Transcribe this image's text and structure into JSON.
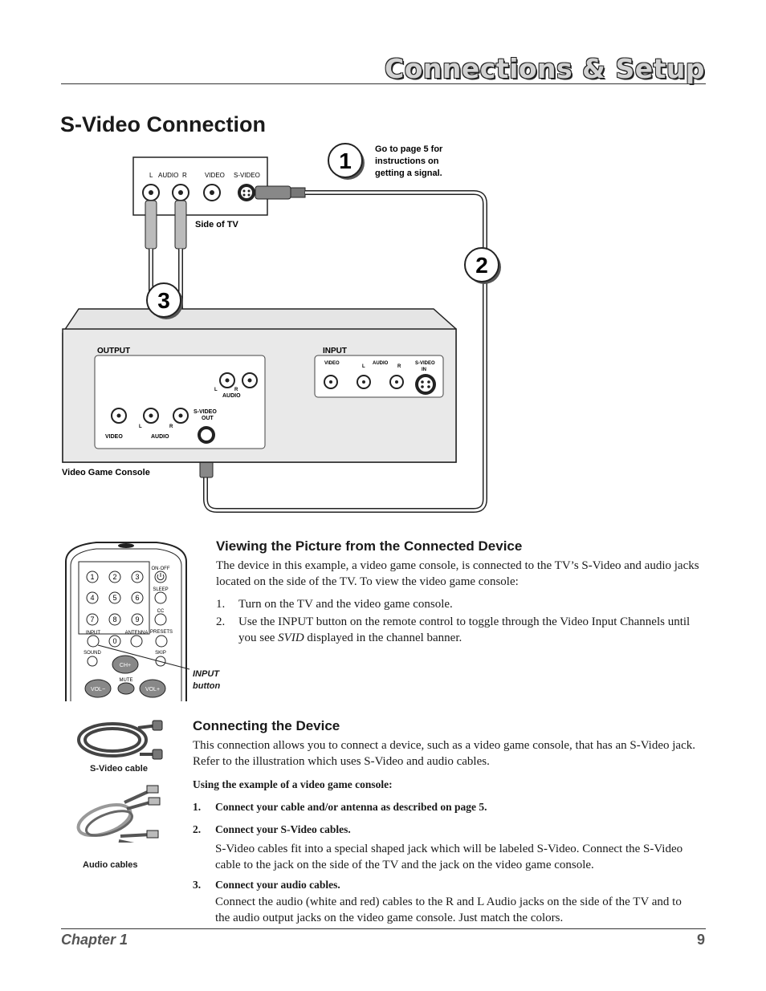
{
  "header": {
    "title": "Connections & Setup"
  },
  "section": {
    "title": "S-Video Connection"
  },
  "diagram": {
    "steps": [
      "1",
      "2",
      "3"
    ],
    "step1_note": [
      "Go to page 5 for",
      "instructions on",
      "getting a signal."
    ],
    "tv_panel": {
      "audio_left": "L",
      "audio_label": "AUDIO",
      "audio_right": "R",
      "video": "VIDEO",
      "svideo": "S-VIDEO",
      "caption": "Side of TV"
    },
    "console": {
      "output_label": "OUTPUT",
      "input_label": "INPUT",
      "caption": "Video Game Console",
      "out_video": "VIDEO",
      "out_audio": "AUDIO",
      "out_l": "L",
      "out_r": "R",
      "out_audio_top": "AUDIO",
      "out_top_l": "L",
      "out_top_r": "R",
      "svideo_out": [
        "S-VIDEO",
        "OUT"
      ],
      "in_video": "VIDEO",
      "in_l": "L",
      "in_audio": "AUDIO",
      "in_r": "R",
      "in_svideo": [
        "S-VIDEO",
        "IN"
      ]
    }
  },
  "remote": {
    "keys": [
      "1",
      "2",
      "3",
      "4",
      "5",
      "6",
      "7",
      "8",
      "9",
      "0"
    ],
    "on_off": "ON·OFF",
    "sleep": "SLEEP",
    "cc": "CC",
    "input": "INPUT",
    "antenna": "ANTENNA",
    "presets": "PRESETS",
    "sound": "SOUND",
    "skip": "SKIP",
    "ch_plus": "CH+",
    "mute": "MUTE",
    "vol_minus": "VOL−",
    "vol_plus": "VOL+",
    "callout": [
      "INPUT",
      "button"
    ]
  },
  "viewing": {
    "heading": "Viewing the Picture from the Connected Device",
    "intro": "The device in this example, a video game console, is connected to the TV’s S-Video and audio jacks located on the side of the TV. To view the video game console:",
    "steps": [
      {
        "num": "1.",
        "text": "Turn on the TV and the video game console."
      },
      {
        "num": "2.",
        "text_before": "Use the INPUT button on the remote control to toggle through the Video Input Channels until you see ",
        "emph": "SVID",
        "text_after": " displayed in the channel banner."
      }
    ]
  },
  "cables": {
    "svideo_caption": "S-Video cable",
    "audio_caption": "Audio cables"
  },
  "connecting": {
    "heading": "Connecting the Device",
    "intro": "This connection allows you to connect a device, such as a video game console, that has an S-Video jack. Refer to the illustration which uses S-Video and audio cables.",
    "example_label": "Using the example of  a video game console:",
    "steps": [
      {
        "num": "1.",
        "title": "Connect your cable and/or antenna as described on page 5.",
        "body": ""
      },
      {
        "num": "2.",
        "title": "Connect your S-Video cables.",
        "body": "S-Video cables fit into a special shaped jack which will be labeled S-Video. Connect the S-Video cable to the jack on the side of the TV and the jack on the video game console."
      },
      {
        "num": "3.",
        "title": "Connect your audio cables.",
        "body": "Connect the audio (white and red) cables to the R and L Audio jacks on the side of the TV and to the audio output jacks on the video game console. Just match the colors."
      }
    ]
  },
  "footer": {
    "chapter": "Chapter 1",
    "page": "9"
  }
}
